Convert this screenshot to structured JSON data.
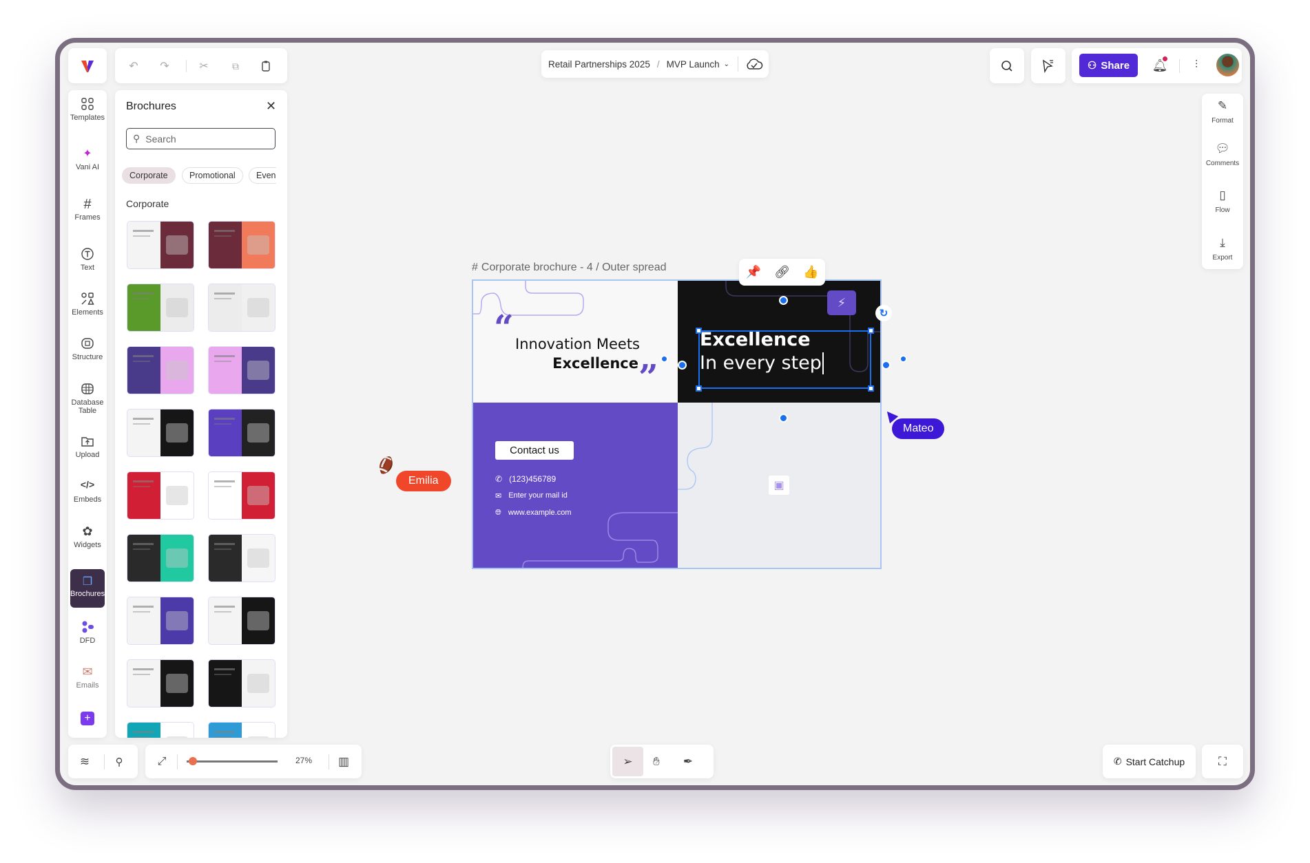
{
  "topbar": {
    "breadcrumb": {
      "project": "Retail Partnerships 2025",
      "separator": "/",
      "board": "MVP Launch"
    },
    "share_label": "Share"
  },
  "left_sidebar": {
    "items": [
      {
        "label": "Templates"
      },
      {
        "label": "Vani AI"
      },
      {
        "label": "Frames"
      },
      {
        "label": "Text"
      },
      {
        "label": "Elements"
      },
      {
        "label": "Structure"
      },
      {
        "label": "Database Table"
      },
      {
        "label": "Upload"
      },
      {
        "label": "Embeds"
      },
      {
        "label": "Widgets"
      },
      {
        "label": "Brochures",
        "active": true
      },
      {
        "label": "DFD"
      },
      {
        "label": "Emails"
      }
    ]
  },
  "panel": {
    "title": "Brochures",
    "search_placeholder": "Search",
    "chips": [
      "Corporate",
      "Promotional",
      "Even"
    ],
    "section": "Corporate",
    "thumbs": [
      [
        "#f4f4f4",
        "#6b2b3a"
      ],
      [
        "#6b2b3a",
        "#f07a5a"
      ],
      [
        "#5a9a2a",
        "#ececec"
      ],
      [
        "#ececec",
        "#f0f0f0"
      ],
      [
        "#4a3a8a",
        "#e9a8ee"
      ],
      [
        "#e9a8ee",
        "#4a3a8a"
      ],
      [
        "#f4f4f4",
        "#161616"
      ],
      [
        "#5a3fc0",
        "#222222"
      ],
      [
        "#d11f35",
        "#ffffff"
      ],
      [
        "#ffffff",
        "#d11f35"
      ],
      [
        "#2a2a2a",
        "#20c9a0"
      ],
      [
        "#2a2a2a",
        "#f6f6f6"
      ],
      [
        "#f4f4f4",
        "#4b3aa8"
      ],
      [
        "#f4f4f4",
        "#161616"
      ],
      [
        "#f4f4f4",
        "#161616"
      ],
      [
        "#161616",
        "#f4f4f4"
      ],
      [
        "#12a5b5",
        "#ffffff"
      ],
      [
        "#2e9bd6",
        "#ffffff"
      ]
    ]
  },
  "right_panel": {
    "items": [
      {
        "label": "Format"
      },
      {
        "label": "Comments"
      },
      {
        "label": "Flow"
      },
      {
        "label": "Export"
      }
    ]
  },
  "canvas": {
    "frame_label": "Corporate brochure - 4 / Outer spread",
    "quote_line1": "Innovation Meets",
    "quote_line2": "Excellence",
    "headline_bold": "Excellence",
    "headline_text": "In every step",
    "contact_button": "Contact us",
    "phone": "(123)456789",
    "email": "Enter your mail id",
    "website": "www.example.com",
    "colors": {
      "purple": "#634bc6",
      "dark": "#121212",
      "selection": "#1a6ff0"
    }
  },
  "cursors": [
    {
      "name": "Emilia",
      "color": "#f0462a"
    },
    {
      "name": "Mateo",
      "color": "#3d18d6"
    }
  ],
  "bottom": {
    "zoom": "27%",
    "zoom_fraction": 0.27,
    "start_catchup": "Start Catchup"
  }
}
